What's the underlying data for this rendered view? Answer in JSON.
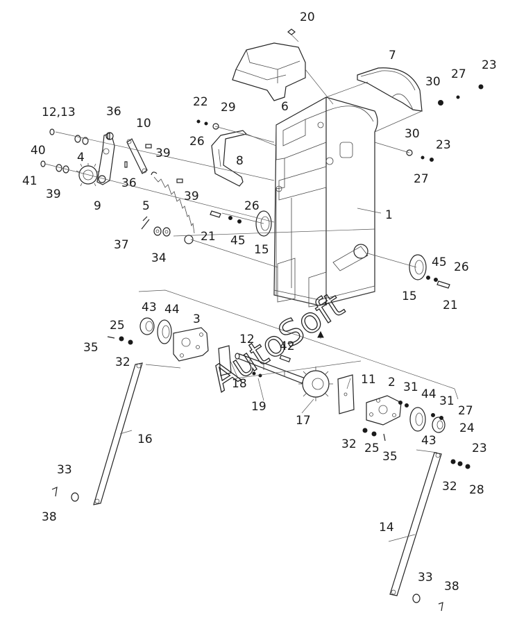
{
  "diagram": {
    "watermark": "AutoSoft",
    "callouts": {
      "c1": "1",
      "c2": "2",
      "c3": "3",
      "c4": "4",
      "c5": "5",
      "c6": "6",
      "c7": "7",
      "c8": "8",
      "c9": "9",
      "c10": "10",
      "c11": "11",
      "c12": "12",
      "c12_13": "12,13",
      "c14": "14",
      "c15a": "15",
      "c15b": "15",
      "c16": "16",
      "c17": "17",
      "c18": "18",
      "c19": "19",
      "c20": "20",
      "c21a": "21",
      "c21b": "21",
      "c22": "22",
      "c23a": "23",
      "c23b": "23",
      "c23c": "23",
      "c24": "24",
      "c25a": "25",
      "c25b": "25",
      "c26a": "26",
      "c26b": "26",
      "c26c": "26",
      "c27a": "27",
      "c27b": "27",
      "c27c": "27",
      "c28": "28",
      "c29": "29",
      "c30a": "30",
      "c30b": "30",
      "c31a": "31",
      "c31b": "31",
      "c32a": "32",
      "c32b": "32",
      "c32c": "32",
      "c33a": "33",
      "c33b": "33",
      "c34": "34",
      "c35a": "35",
      "c35b": "35",
      "c36a": "36",
      "c36b": "36",
      "c37": "37",
      "c38a": "38",
      "c38b": "38",
      "c39a": "39",
      "c39b": "39",
      "c39c": "39",
      "c40": "40",
      "c41": "41",
      "c42": "42",
      "c43a": "43",
      "c43b": "43",
      "c44a": "44",
      "c44b": "44",
      "c45a": "45",
      "c45b": "45"
    }
  }
}
